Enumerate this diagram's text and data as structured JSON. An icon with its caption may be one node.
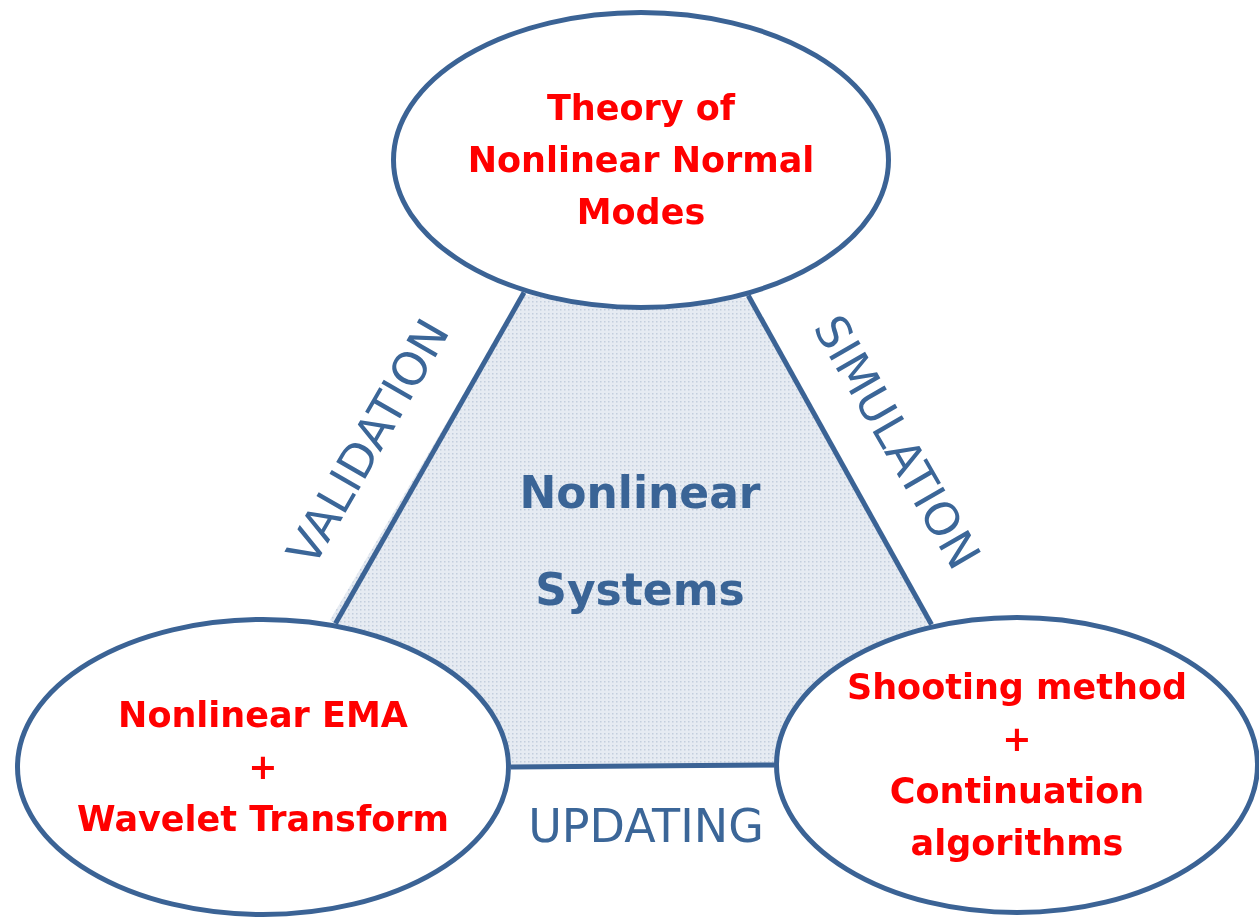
{
  "diagram": {
    "nodes": [
      {
        "text": [
          "Theory of Nonlinear Normal Modes"
        ]
      },
      {
        "text": [
          "Nonlinear Systems"
        ]
      },
      {
        "text": [
          "Nonlinear EMA",
          "+",
          "Wavelet Transform"
        ]
      },
      {
        "text": [
          "Shooting method",
          "+",
          "Continuation algorithms"
        ]
      }
    ],
    "edges": [
      {
        "from": 0,
        "to": 2,
        "arrow": "none",
        "label": "VALIDATION"
      },
      {
        "from": 0,
        "to": 3,
        "arrow": "none",
        "label": "SIMULATION"
      },
      {
        "from": 2,
        "to": 3,
        "arrow": "none",
        "label": "UPDATING"
      }
    ]
  }
}
